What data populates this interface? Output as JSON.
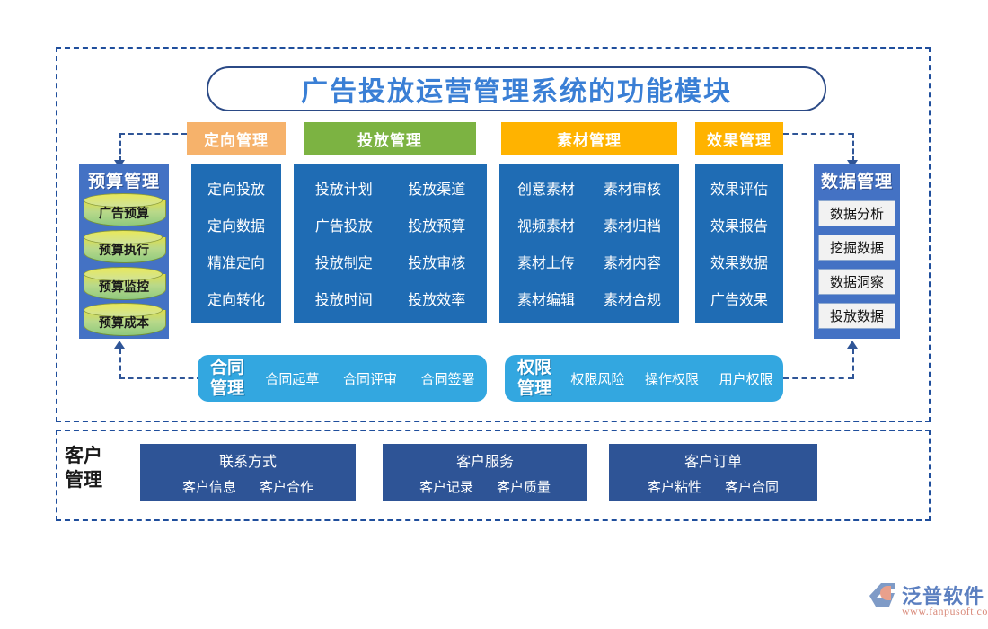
{
  "title": "广告投放运营管理系统的功能模块",
  "tabs": [
    {
      "label": "定向管理",
      "color": "#f6b26b"
    },
    {
      "label": "投放管理",
      "color": "#7cb342"
    },
    {
      "label": "素材管理",
      "color": "#ffb300"
    },
    {
      "label": "效果管理",
      "color": "#ffb300"
    }
  ],
  "budget": {
    "title": "预算管理",
    "items": [
      "广告预算",
      "预算执行",
      "预算监控",
      "预算成本"
    ]
  },
  "columns": [
    {
      "name": "定向管理",
      "rows": [
        [
          "定向投放"
        ],
        [
          "定向数据"
        ],
        [
          "精准定向"
        ],
        [
          "定向转化"
        ]
      ]
    },
    {
      "name": "投放管理",
      "rows": [
        [
          "投放计划",
          "投放渠道"
        ],
        [
          "广告投放",
          "投放预算"
        ],
        [
          "投放制定",
          "投放审核"
        ],
        [
          "投放时间",
          "投放效率"
        ]
      ]
    },
    {
      "name": "素材管理",
      "rows": [
        [
          "创意素材",
          "素材审核"
        ],
        [
          "视频素材",
          "素材归档"
        ],
        [
          "素材上传",
          "素材内容"
        ],
        [
          "素材编辑",
          "素材合规"
        ]
      ]
    },
    {
      "name": "效果管理",
      "rows": [
        [
          "效果评估"
        ],
        [
          "效果报告"
        ],
        [
          "效果数据"
        ],
        [
          "广告效果"
        ]
      ]
    }
  ],
  "data_mgmt": {
    "title": "数据管理",
    "items": [
      "数据分析",
      "挖掘数据",
      "数据洞察",
      "投放数据"
    ]
  },
  "contract": {
    "title": "合同\n管理",
    "title_line1": "合同",
    "title_line2": "管理",
    "items": [
      "合同起草",
      "合同评审",
      "合同签署"
    ]
  },
  "permission": {
    "title_line1": "权限",
    "title_line2": "管理",
    "items": [
      "权限风险",
      "操作权限",
      "用户权限"
    ]
  },
  "customer": {
    "label_line1": "客户",
    "label_line2": "管理",
    "groups": [
      {
        "head": "联系方式",
        "items": [
          "客户信息",
          "客户合作"
        ]
      },
      {
        "head": "客户服务",
        "items": [
          "客户记录",
          "客户质量"
        ]
      },
      {
        "head": "客户订单",
        "items": [
          "客户粘性",
          "客户合同"
        ]
      }
    ]
  },
  "logo": {
    "text": "泛普软件",
    "url": "www.fanpusoft.com"
  },
  "colors": {
    "panel_blue": "#1f6cb4",
    "side_blue": "#4472c4",
    "light_blue_bar": "#33a7e0",
    "navy": "#2e5496",
    "dash": "#1f4e9c",
    "title_text": "#3a7fd5"
  }
}
